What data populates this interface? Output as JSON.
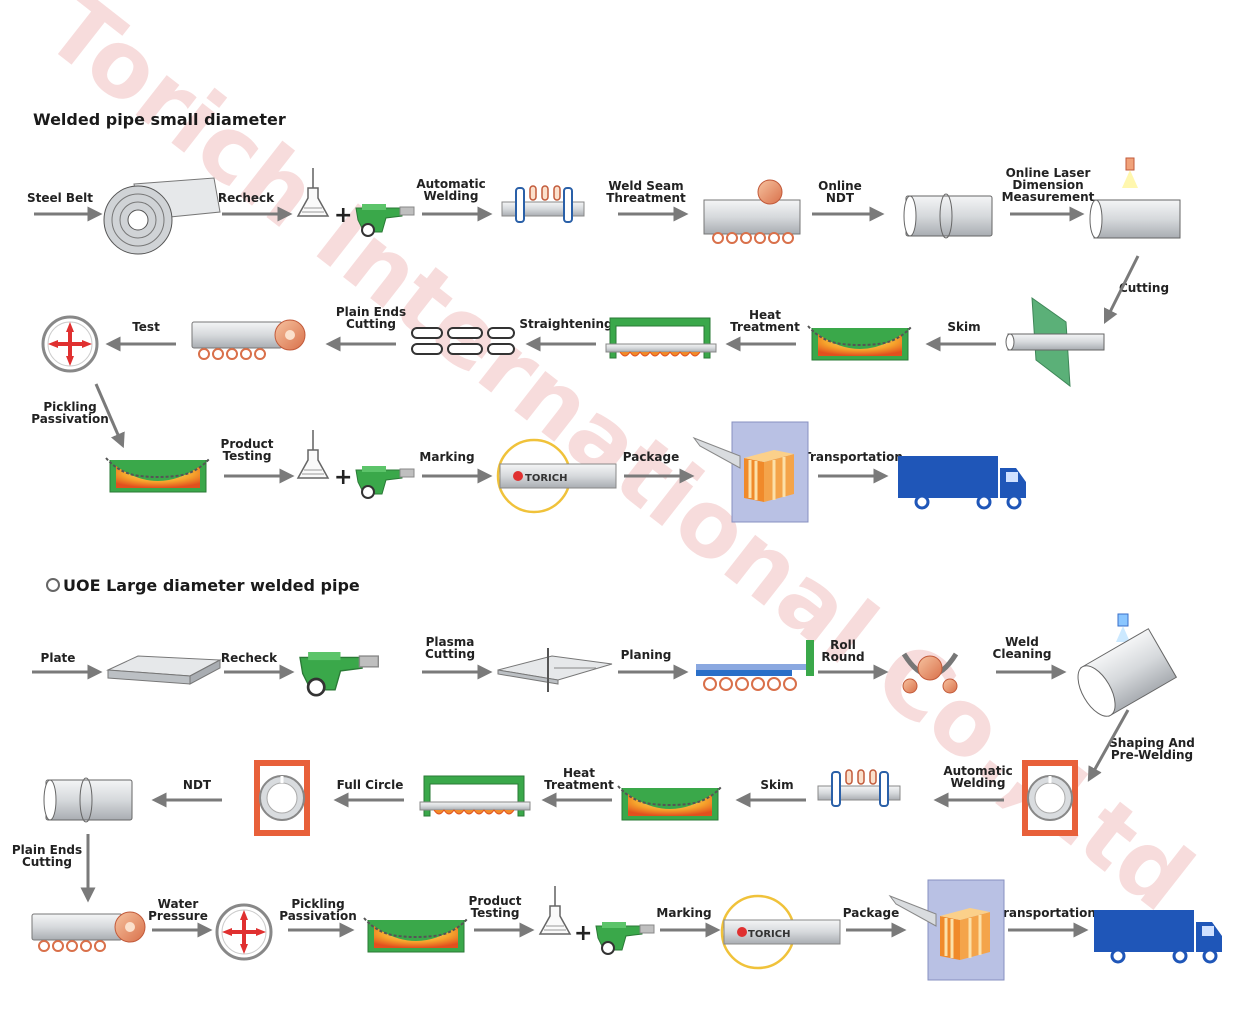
{
  "watermark": "Torich International Co.,Ltd",
  "sections": {
    "small": {
      "title": "Welded pipe small diameter"
    },
    "large": {
      "title": "UOE Large diameter welded pipe"
    }
  },
  "small_steps": {
    "steel_belt": "Steel Belt",
    "recheck": "Recheck",
    "automatic_welding": [
      "Automatic",
      "Welding"
    ],
    "weld_seam_treatment": [
      "Weld Seam",
      "Threatment"
    ],
    "online_ndt": [
      "Online",
      "NDT"
    ],
    "online_laser": [
      "Online Laser",
      "Dimension",
      "Measurement"
    ],
    "cutting": "Cutting",
    "skim": "Skim",
    "heat_treatment": [
      "Heat",
      "Treatment"
    ],
    "straightening": "Straightening",
    "plain_ends_cutting": [
      "Plain Ends",
      "Cutting"
    ],
    "test": "Test",
    "pickling_passivation": [
      "Pickling",
      "Passivation"
    ],
    "product_testing": [
      "Product",
      "Testing"
    ],
    "marking": "Marking",
    "package": "Package",
    "transportation": "Transportation"
  },
  "large_steps": {
    "plate": "Plate",
    "recheck": "Recheck",
    "plasma_cutting": [
      "Plasma",
      "Cutting"
    ],
    "planing": "Planing",
    "roll_round": [
      "Roll",
      "Round"
    ],
    "weld_cleaning": [
      "Weld",
      "Cleaning"
    ],
    "shaping_prewelding": [
      "Shaping And",
      "Pre-Welding"
    ],
    "automatic_welding": [
      "Automatic",
      "Welding"
    ],
    "skim": "Skim",
    "heat_treatment": [
      "Heat",
      "Treatment"
    ],
    "full_circle": "Full Circle",
    "ndt": "NDT",
    "plain_ends_cutting": [
      "Plain Ends",
      "Cutting"
    ],
    "water_pressure": [
      "Water",
      "Pressure"
    ],
    "pickling_passivation": [
      "Pickling",
      "Passivation"
    ],
    "product_testing": [
      "Product",
      "Testing"
    ],
    "marking": "Marking",
    "package": "Package",
    "transportation": "Transportation"
  },
  "plus_sign": "+",
  "brand_label": "TORICH",
  "colors": {
    "arrow": "#7a7a7a",
    "pipe": "#d9dcdf",
    "green": "#3aa84a",
    "orange": "#f08a2a",
    "red": "#e03030",
    "blue_truck": "#1f56b8",
    "package_bg": "#b9c1e4",
    "watermark": "#f7dcdc"
  },
  "icons": [
    "coil-icon",
    "flask-icon",
    "weld-machine-icon",
    "welding-rollers-icon",
    "ndt-roller-icon",
    "pipe-icon",
    "laser-pipe-icon",
    "cutting-icon",
    "skim-bath-icon",
    "heat-furnace-icon",
    "straightening-icon",
    "pipe-bundle-icon",
    "test-target-icon",
    "package-icon",
    "truck-icon",
    "marking-icon",
    "plate-icon",
    "plasma-cutting-icon",
    "planing-icon",
    "roll-round-icon",
    "large-pipe-icon",
    "shaping-die-icon"
  ]
}
